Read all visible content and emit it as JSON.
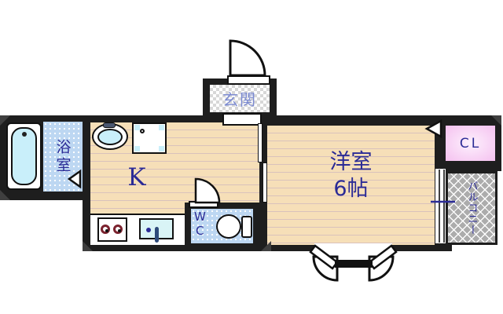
{
  "rooms": {
    "entrance": {
      "label": "玄関"
    },
    "bathroom": {
      "label": "浴室"
    },
    "kitchen": {
      "label": "K"
    },
    "toilet": {
      "line1": "W",
      "line2": "C"
    },
    "western_room": {
      "name": "洋室",
      "size": "6帖"
    },
    "closet": {
      "label": "CL"
    },
    "balcony": {
      "label": "バルコニー"
    }
  },
  "colors": {
    "wall": "#1E1E1E",
    "floor": "#F6DFB8",
    "floor_stripe": "#D9C2BC",
    "water_blue": "#BDD7F2",
    "fixture_cyan": "#C9EFFA",
    "closet_pink": "#F5C3F0",
    "balcony_gray": "#ACACAC",
    "label_navy": "#2B2B96",
    "entrance_label": "#7B8AD1"
  }
}
